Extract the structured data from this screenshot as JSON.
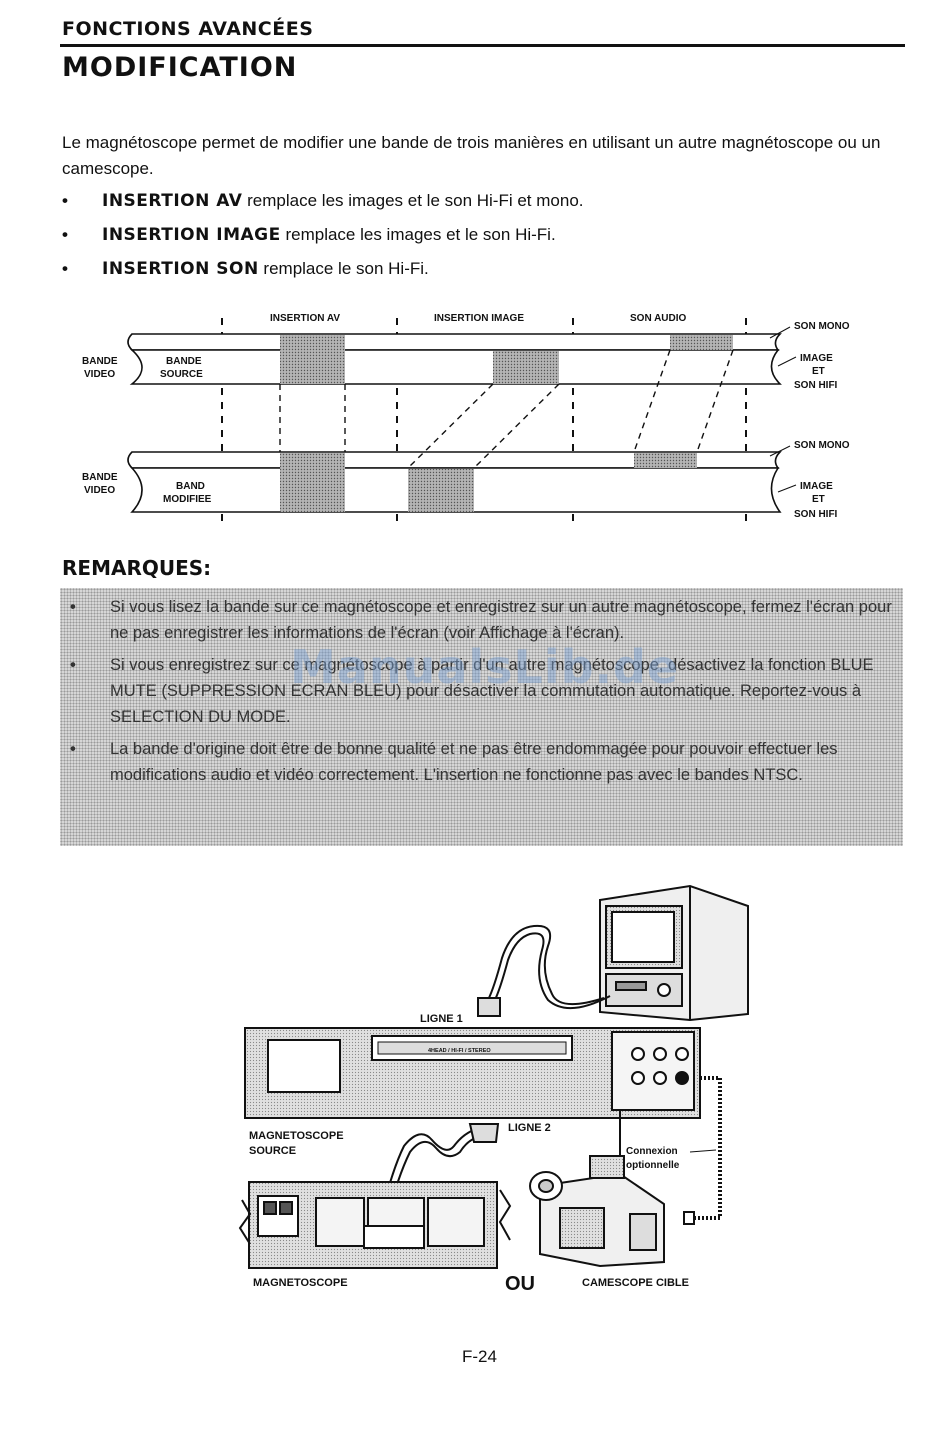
{
  "header": {
    "section": "FONCTIONS AVANCÉES",
    "title": "MODIFICATION"
  },
  "intro": "Le magnétoscope permet de modifier une bande de trois manières en utilisant un autre magnétoscope ou un camescope.",
  "bullets": [
    {
      "keyword": "INSERTION AV",
      "text": " remplace les images et le son Hi-Fi et mono."
    },
    {
      "keyword": "INSERTION IMAGE",
      "text": " remplace les images et le son Hi-Fi."
    },
    {
      "keyword": "INSERTION SON",
      "text": " remplace le son Hi-Fi."
    }
  ],
  "tape_diagram": {
    "col_labels": [
      "INSERTION AV",
      "INSERTION IMAGE",
      "SON AUDIO"
    ],
    "top_left_label": [
      "BANDE",
      "VIDEO"
    ],
    "top_inner_label": [
      "BANDE",
      "SOURCE"
    ],
    "bottom_left_label": [
      "BANDE",
      "VIDEO"
    ],
    "bottom_inner_label": [
      "BAND",
      "MODIFIEE"
    ],
    "right_son_mono": "SON MONO",
    "right_image_et_son": [
      "IMAGE",
      "ET",
      "SON HIFI"
    ]
  },
  "remarks": {
    "title": "REMARQUES:",
    "items": [
      "Si vous lisez la bande sur ce magnétoscope et enregistrez sur un autre magnétoscope, fermez l'écran pour ne pas enregistrer les informations de l'écran (voir Affichage à l'écran).",
      "Si vous enregistrez sur ce magnétoscope à partir d'un autre magnétoscope, désactivez la fonction BLUE MUTE (SUPPRESSION ECRAN BLEU) pour désactiver la commutation automatique. Reportez-vous à SELECTION DU MODE.",
      "La bande d'origine doit être de bonne qualité et ne pas être endommagée pour pouvoir effectuer les modifications audio et vidéo correctement. L'insertion ne fonctionne pas avec le bandes NTSC."
    ]
  },
  "watermark": "ManualsLib.de",
  "connection_diagram": {
    "ligne1": "LIGNE 1",
    "ligne2": "LIGNE 2",
    "vcr_front_text": "4HEAD / HI-FI / STEREO",
    "source_label": [
      "MAGNETOSCOPE",
      "SOURCE"
    ],
    "optional": [
      "Connexion",
      "optionnelle"
    ],
    "vcr_back_label": "MAGNETOSCOPE",
    "ou": "OU",
    "camcorder_label": "CAMESCOPE CIBLE"
  },
  "page_number": "F-24"
}
